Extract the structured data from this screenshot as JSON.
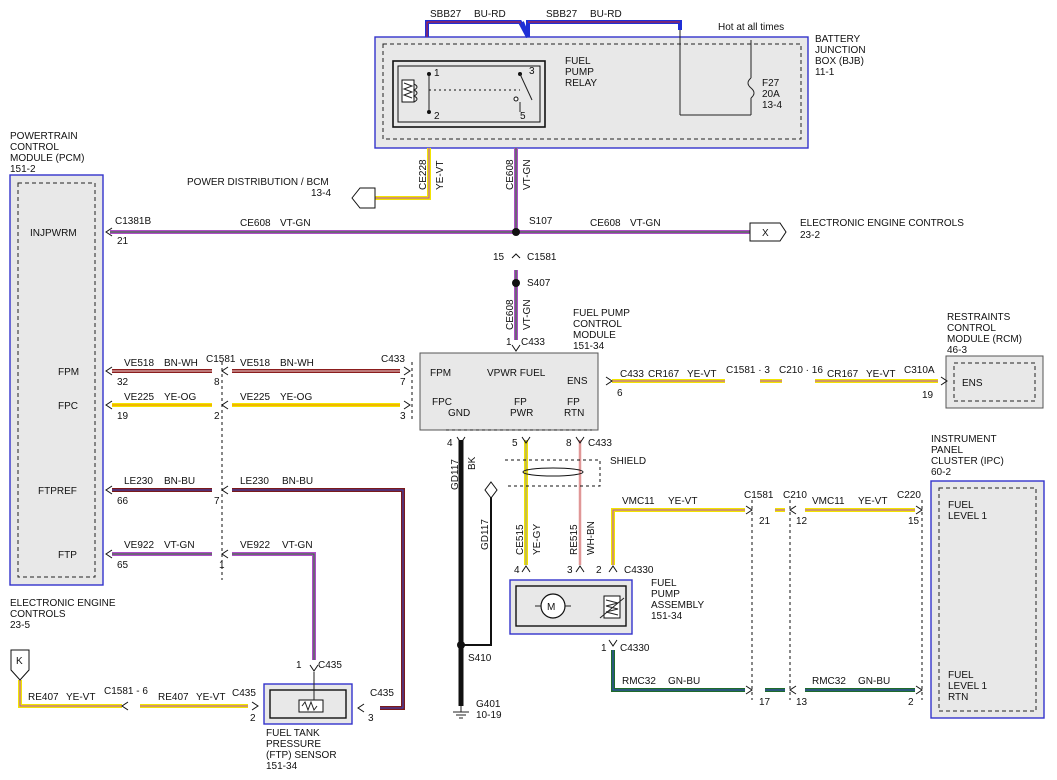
{
  "modules": {
    "bjb": [
      "BATTERY",
      "JUNCTION",
      "BOX (BJB)",
      "11-1"
    ],
    "pcm": [
      "POWERTRAIN",
      "CONTROL",
      "MODULE (PCM)",
      "151-2"
    ],
    "fpcm": [
      "FUEL PUMP",
      "CONTROL",
      "MODULE",
      "151-34"
    ],
    "rcm": [
      "RESTRAINTS",
      "CONTROL",
      "MODULE (RCM)",
      "46-3"
    ],
    "ipc": [
      "INSTRUMENT",
      "PANEL",
      "CLUSTER (IPC)",
      "60-2"
    ],
    "eec_left": [
      "ELECTRONIC ENGINE",
      "CONTROLS",
      "23-5"
    ],
    "ftp": [
      "FUEL TANK",
      "PRESSURE",
      "(FTP) SENSOR",
      "151-34"
    ],
    "fpa": [
      "FUEL",
      "PUMP",
      "ASSEMBLY",
      "151-34"
    ],
    "relay": [
      "FUEL",
      "PUMP",
      "RELAY"
    ],
    "fuse": [
      "F27",
      "20A",
      "13-4"
    ]
  },
  "labels": {
    "hot_at_all_times": "Hot at all times",
    "power_dist": "POWER DISTRIBUTION / BCM",
    "power_dist_ref": "13-4",
    "eec_right": "ELECTRONIC ENGINE CONTROLS",
    "eec_right_ref": "23-2",
    "shield": "SHIELD",
    "ground_g401": "G401",
    "ground_ref": "10-19",
    "motor": "M",
    "x_marker": "X",
    "k_marker": "K"
  },
  "pins": {
    "pcm_injpwrm": "INJPWRM",
    "pcm_fpm": "FPM",
    "pcm_fpc": "FPC",
    "pcm_ftpref": "FTPREF",
    "pcm_ftp": "FTP",
    "fpcm_fpm": "FPM",
    "fpcm_vpwr": "VPWR FUEL",
    "fpcm_ens": "ENS",
    "fpcm_fpc": "FPC",
    "fpcm_gnd": "GND",
    "fpcm_fp": "FP",
    "fpcm_pwr": "PWR",
    "fpcm_fp2": "FP",
    "fpcm_rtn": "RTN",
    "rcm_ens": "ENS",
    "ipc_fuel": "FUEL",
    "ipc_level1": "LEVEL 1",
    "ipc_fuel2": "FUEL",
    "ipc_level1b": "LEVEL 1",
    "ipc_rtn": "RTN"
  },
  "wires": {
    "sbb27_left": "SBB27",
    "sbb27_left_color": "BU-RD",
    "sbb27_right": "SBB27",
    "sbb27_right_color": "BU-RD",
    "ce228": "CE228",
    "ce228_color": "YE-VT",
    "ce608_v": "CE608",
    "ce608_v_color": "VT-GN",
    "ce608_left": "CE608",
    "ce608_left_color": "VT-GN",
    "ce608_right": "CE608",
    "ce608_right_color": "VT-GN",
    "ce608_low": "CE608",
    "ce608_low_color": "VT-GN",
    "ve518_a": "VE518",
    "ve518_a_color": "BN-WH",
    "ve518_b": "VE518",
    "ve518_b_color": "BN-WH",
    "ve225_a": "VE225",
    "ve225_a_color": "YE-OG",
    "ve225_b": "VE225",
    "ve225_b_color": "YE-OG",
    "le230_a": "LE230",
    "le230_a_color": "BN-BU",
    "le230_b": "LE230",
    "le230_b_color": "BN-BU",
    "ve922_a": "VE922",
    "ve922_a_color": "VT-GN",
    "ve922_b": "VE922",
    "ve922_b_color": "VT-GN",
    "re407_a": "RE407",
    "re407_a_color": "YE-VT",
    "re407_b": "RE407",
    "re407_b_color": "YE-VT",
    "cr167_a": "CR167",
    "cr167_a_color": "YE-VT",
    "cr167_b": "CR167",
    "cr167_b_color": "YE-VT",
    "gd117_a": "GD117",
    "gd117_a_color": "BK",
    "gd117_b": "GD117",
    "ce515": "CE515",
    "ce515_color": "YE-GY",
    "re515": "RE515",
    "re515_color": "WH-BN",
    "vmc11_a": "VMC11",
    "vmc11_a_color": "YE-VT",
    "vmc11_b": "VMC11",
    "vmc11_b_color": "YE-VT",
    "rmc32_a": "RMC32",
    "rmc32_a_color": "GN-BU",
    "rmc32_b": "RMC32",
    "rmc32_b_color": "GN-BU"
  },
  "connectors": {
    "c1381b": "C1381B",
    "c1581_top": "C1581",
    "c1581_fpm": "C1581",
    "c433_fpm": "C433",
    "c433_vpwr": "C433",
    "c433_ens": "C433",
    "c433_fp": "C433",
    "c1581_ens": "C1581 · 3",
    "c210_ens": "C210 · 16",
    "c310a": "C310A",
    "c435_top": "C435",
    "c435_right": "C435",
    "c435_left": "C435",
    "c1581_re407": "C1581 - 6",
    "c4330_top": "C4330",
    "c4330_bot": "C4330",
    "c1581_ipc": "C1581",
    "c210_ipc": "C210",
    "c220": "C220",
    "s107": "S107",
    "s407": "S407",
    "s410": "S410"
  },
  "pin_numbers": {
    "relay1": "1",
    "relay2": "2",
    "relay3": "3",
    "relay5": "5",
    "pcm21": "21",
    "pcm32": "32",
    "pcm19": "19",
    "pcm66": "66",
    "pcm65": "65",
    "c1581_15": "15",
    "c433_1": "1",
    "c1581_8": "8",
    "c1581_2": "2",
    "c1581_7": "7",
    "c1581_1": "1",
    "c433_7": "7",
    "c433_3": "3",
    "c433_6": "6",
    "c433_4": "4",
    "c433_5": "5",
    "c433_8": "8",
    "rcm19": "19",
    "c435_1": "1",
    "c435_2": "2",
    "c435_3": "3",
    "fpa4": "4",
    "fpa3": "3",
    "fpa2": "2",
    "fpa1": "1",
    "c1581_21": "21",
    "c210_12": "12",
    "ipc15": "15",
    "c1581_17": "17",
    "c210_13": "13",
    "ipc2": "2"
  }
}
